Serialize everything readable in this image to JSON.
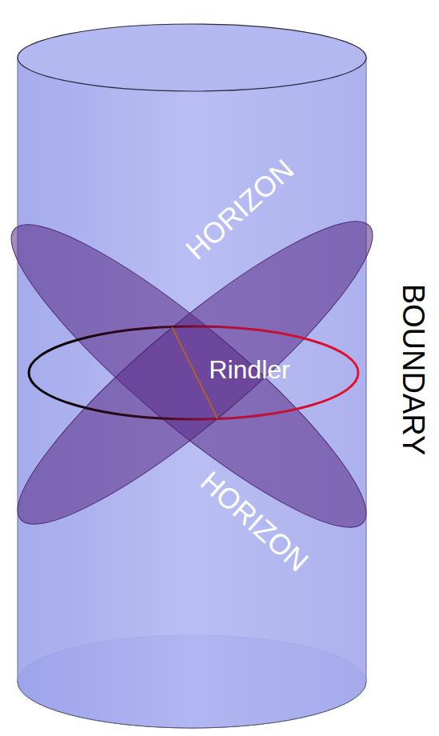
{
  "diagram": {
    "labels": [
      "HORIZON",
      "Rindler",
      "HORIZON",
      "BOUNDARY"
    ]
  }
}
